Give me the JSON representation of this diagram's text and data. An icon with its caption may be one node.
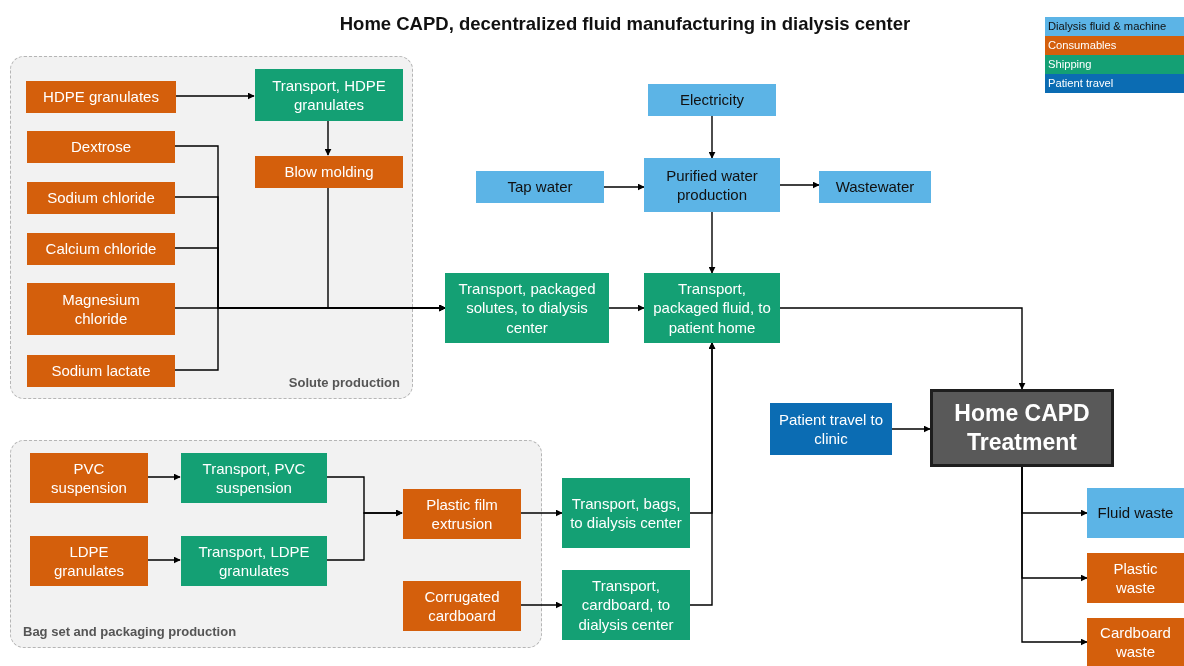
{
  "diagram": {
    "title": "Home CAPD, decentralized fluid manufacturing in dialysis center",
    "nodes": [
      {
        "text": [
          "Solute production"
        ]
      },
      {
        "text": [
          "HDPE granulates"
        ],
        "in": 0
      },
      {
        "text": [
          "Transport, HDPE granulates"
        ],
        "in": 0
      },
      {
        "text": [
          "Dextrose"
        ],
        "in": 0
      },
      {
        "text": [
          "Blow molding"
        ],
        "in": 0
      },
      {
        "text": [
          "Sodium chloride"
        ],
        "in": 0
      },
      {
        "text": [
          "Calcium chloride"
        ],
        "in": 0
      },
      {
        "text": [
          "Magnesium chloride"
        ],
        "in": 0
      },
      {
        "text": [
          "Sodium lactate"
        ],
        "in": 0
      },
      {
        "text": [
          "Electricity"
        ]
      },
      {
        "text": [
          "Tap water"
        ]
      },
      {
        "text": [
          "Purified water production"
        ]
      },
      {
        "text": [
          "Wastewater"
        ]
      },
      {
        "text": [
          "Transport, packaged solutes, to dialysis center"
        ]
      },
      {
        "text": [
          "Transport, packaged fluid, to patient home"
        ]
      },
      {
        "text": [
          "Patient travel to clinic"
        ]
      },
      {
        "text": [
          "Home CAPD Treatment"
        ]
      },
      {
        "text": [
          "Bag set and packaging production"
        ]
      },
      {
        "text": [
          "PVC suspension"
        ],
        "in": 17
      },
      {
        "text": [
          "Transport, PVC suspension"
        ],
        "in": 17
      },
      {
        "text": [
          "Plastic film extrusion"
        ],
        "in": 17
      },
      {
        "text": [
          "Transport, bags, to dialysis center"
        ]
      },
      {
        "text": [
          "LDPE granulates"
        ],
        "in": 17
      },
      {
        "text": [
          "Transport, LDPE granulates"
        ],
        "in": 17
      },
      {
        "text": [
          "Corrugated cardboard"
        ],
        "in": 17
      },
      {
        "text": [
          "Transport, cardboard, to dialysis center"
        ]
      },
      {
        "text": [
          "Fluid waste"
        ]
      },
      {
        "text": [
          "Plastic waste"
        ]
      },
      {
        "text": [
          "Cardboard waste"
        ]
      }
    ],
    "edges": [
      {
        "from": 1,
        "to": 2,
        "arrow": "to"
      },
      {
        "from": 2,
        "to": 4,
        "arrow": "to"
      },
      {
        "from": 3,
        "to": 13,
        "arrow": "to"
      },
      {
        "from": 5,
        "to": 13,
        "arrow": "to"
      },
      {
        "from": 6,
        "to": 13,
        "arrow": "to"
      },
      {
        "from": 7,
        "to": 13,
        "arrow": "to"
      },
      {
        "from": 8,
        "to": 13,
        "arrow": "to"
      },
      {
        "from": 4,
        "to": 13,
        "arrow": "to"
      },
      {
        "from": 9,
        "to": 11,
        "arrow": "to"
      },
      {
        "from": 10,
        "to": 11,
        "arrow": "to"
      },
      {
        "from": 11,
        "to": 12,
        "arrow": "to"
      },
      {
        "from": 11,
        "to": 14,
        "arrow": "to"
      },
      {
        "from": 13,
        "to": 14,
        "arrow": "to"
      },
      {
        "from": 14,
        "to": 16,
        "arrow": "to"
      },
      {
        "from": 21,
        "to": 14,
        "arrow": "to"
      },
      {
        "from": 25,
        "to": 14,
        "arrow": "to"
      },
      {
        "from": 15,
        "to": 16,
        "arrow": "to"
      },
      {
        "from": 18,
        "to": 19,
        "arrow": "to"
      },
      {
        "from": 22,
        "to": 23,
        "arrow": "to"
      },
      {
        "from": 19,
        "to": 20,
        "arrow": "to"
      },
      {
        "from": 23,
        "to": 20,
        "arrow": "to"
      },
      {
        "from": 20,
        "to": 21,
        "arrow": "to"
      },
      {
        "from": 24,
        "to": 25,
        "arrow": "to"
      },
      {
        "from": 16,
        "to": 26,
        "arrow": "to"
      },
      {
        "from": 16,
        "to": 27,
        "arrow": "to"
      },
      {
        "from": 16,
        "to": 28,
        "arrow": "to"
      }
    ],
    "legend": [
      {
        "text": "Dialysis fluid & machine",
        "color": "#5cb4e6"
      },
      {
        "text": "Consumables",
        "color": "#d45f0c"
      },
      {
        "text": "Shipping",
        "color": "#14a074"
      },
      {
        "text": "Patient travel",
        "color": "#0b6cb3"
      }
    ]
  }
}
